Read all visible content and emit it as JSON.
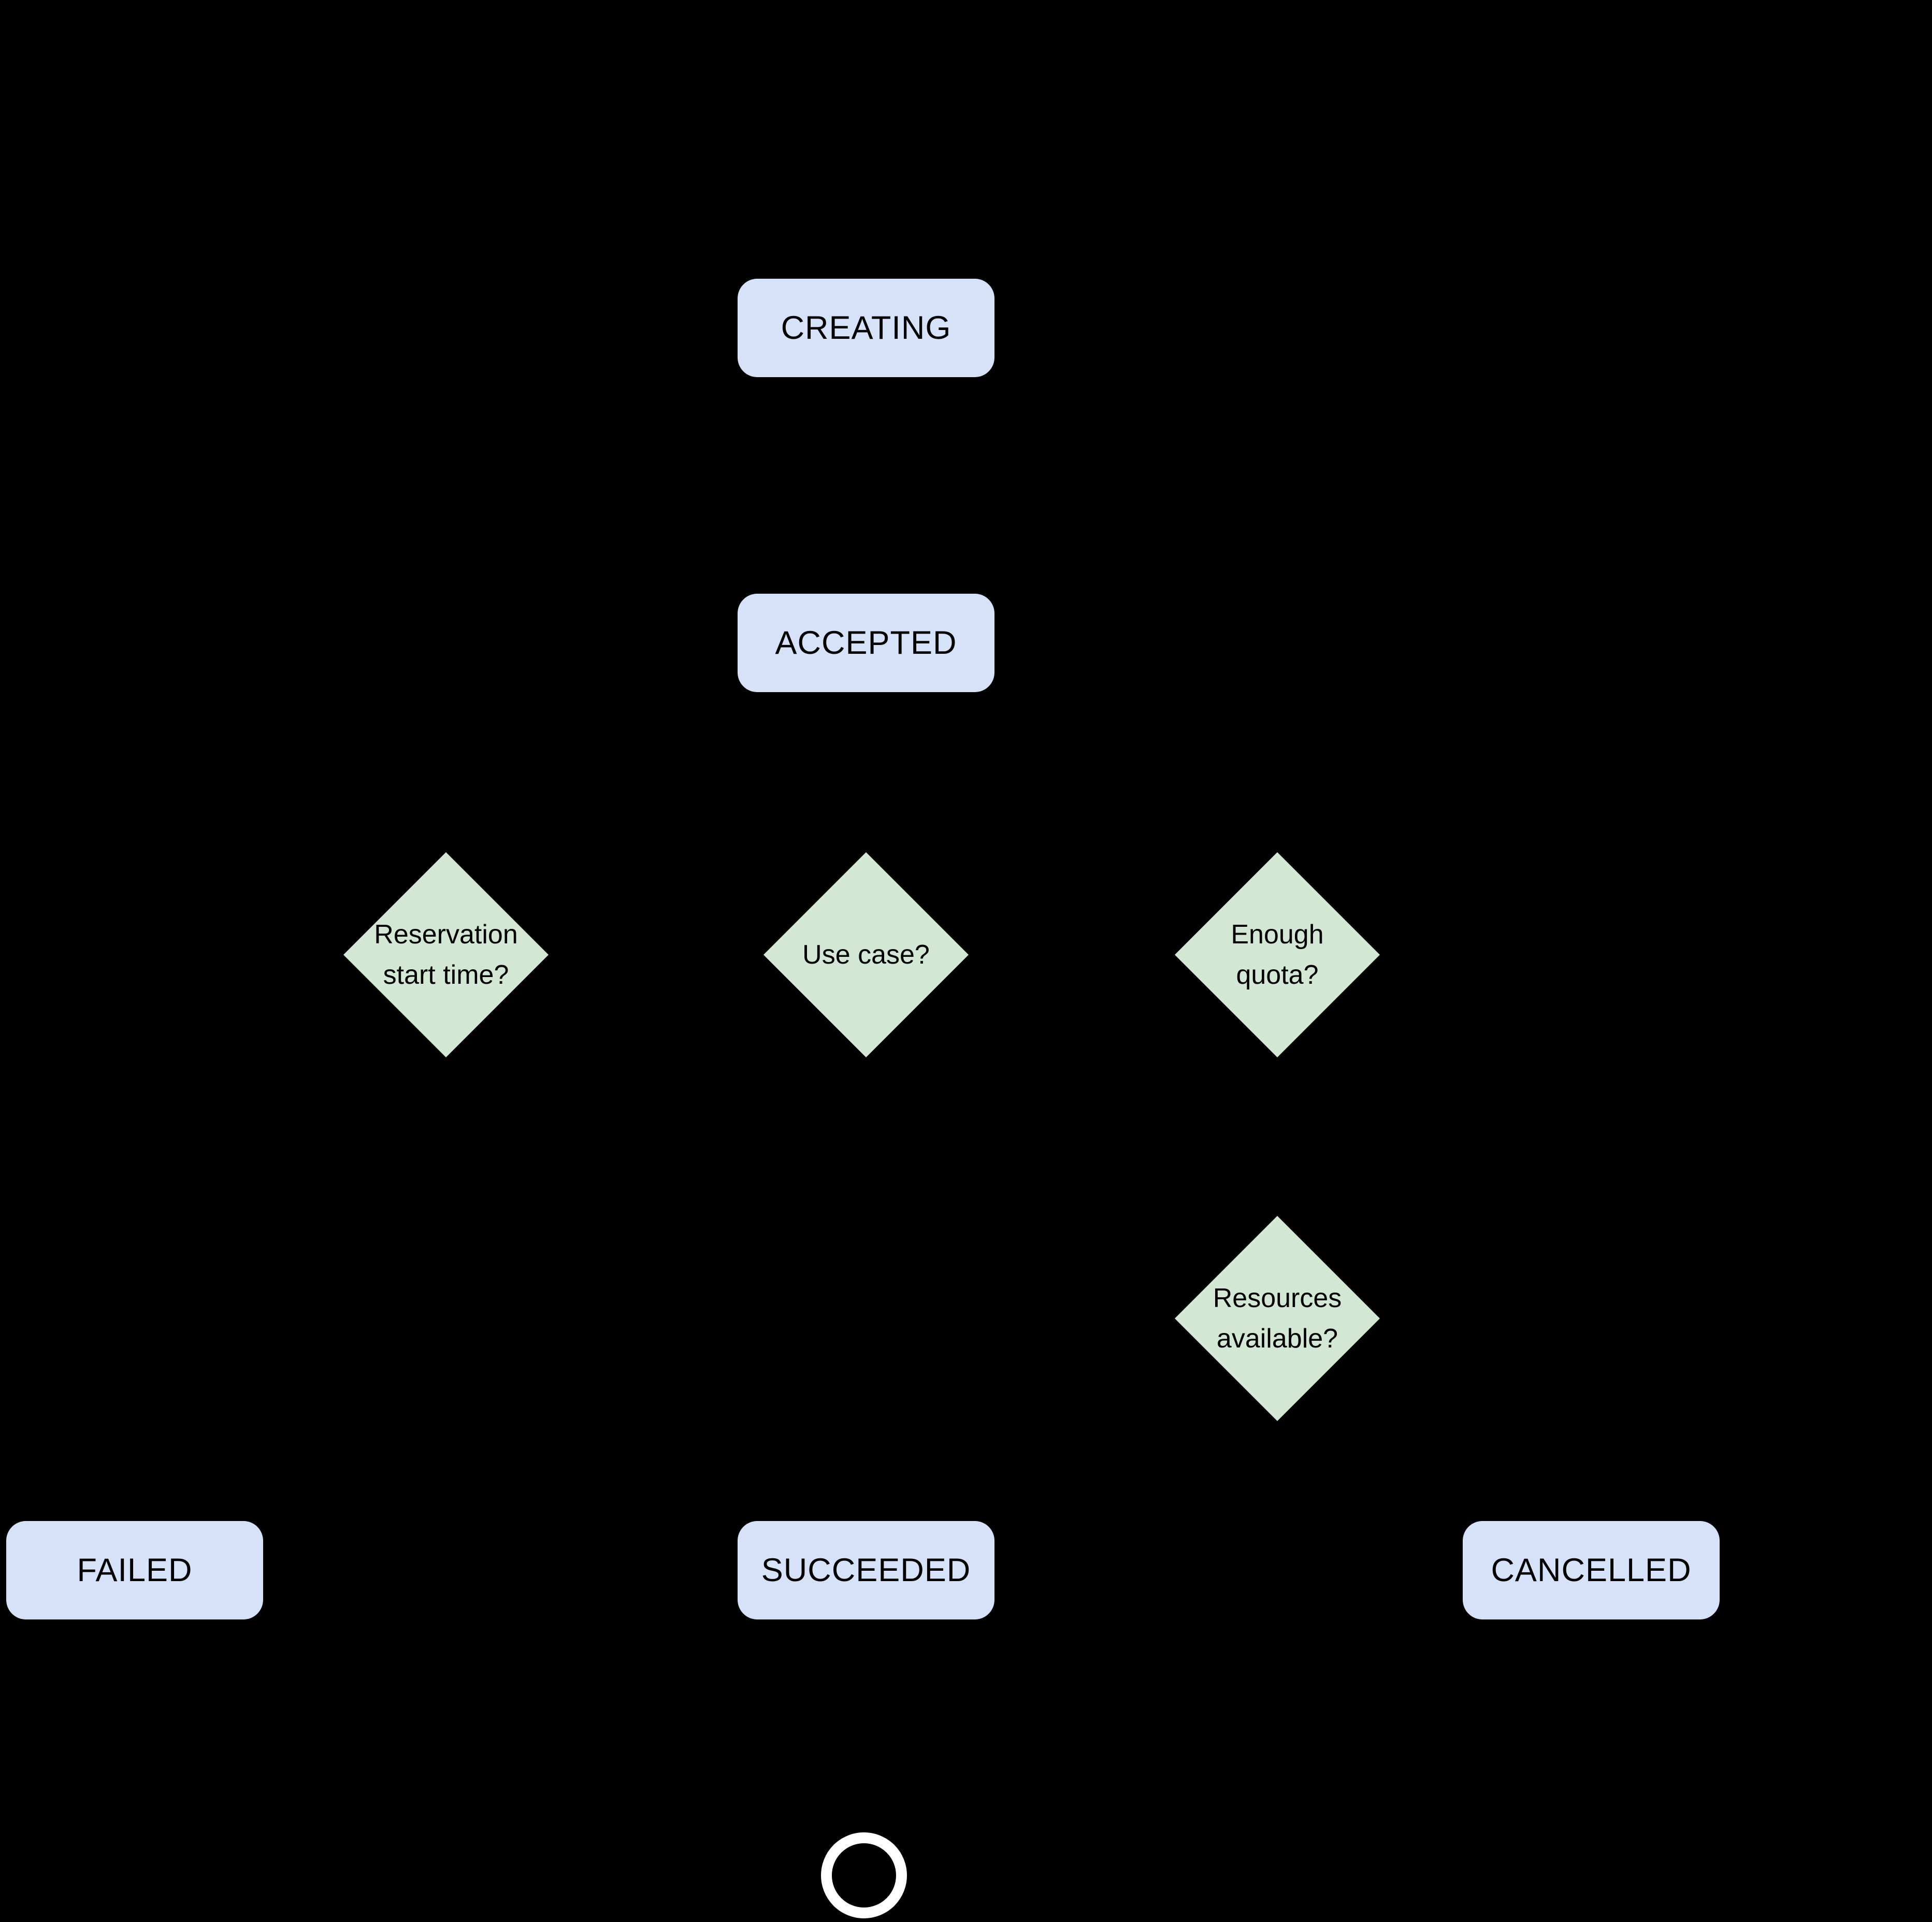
{
  "colors": {
    "background": "#000000",
    "state_fill": "#d6e2f8",
    "decision_fill": "#d2e7d4",
    "label_text": "#000000",
    "end_marker": "#ffffff"
  },
  "states": {
    "creating": {
      "label": "CREATING"
    },
    "accepted": {
      "label": "ACCEPTED"
    },
    "failed": {
      "label": "FAILED"
    },
    "succeeded": {
      "label": "SUCCEEDED"
    },
    "cancelled": {
      "label": "CANCELLED"
    }
  },
  "decisions": {
    "reservation_start_time": {
      "label": "Reservation\nstart time?"
    },
    "use_case": {
      "label": "Use case?"
    },
    "enough_quota": {
      "label": "Enough\nquota?"
    },
    "resources_available": {
      "label": "Resources\navailable?"
    }
  },
  "end_marker": {
    "icon": "end-state-circle"
  }
}
